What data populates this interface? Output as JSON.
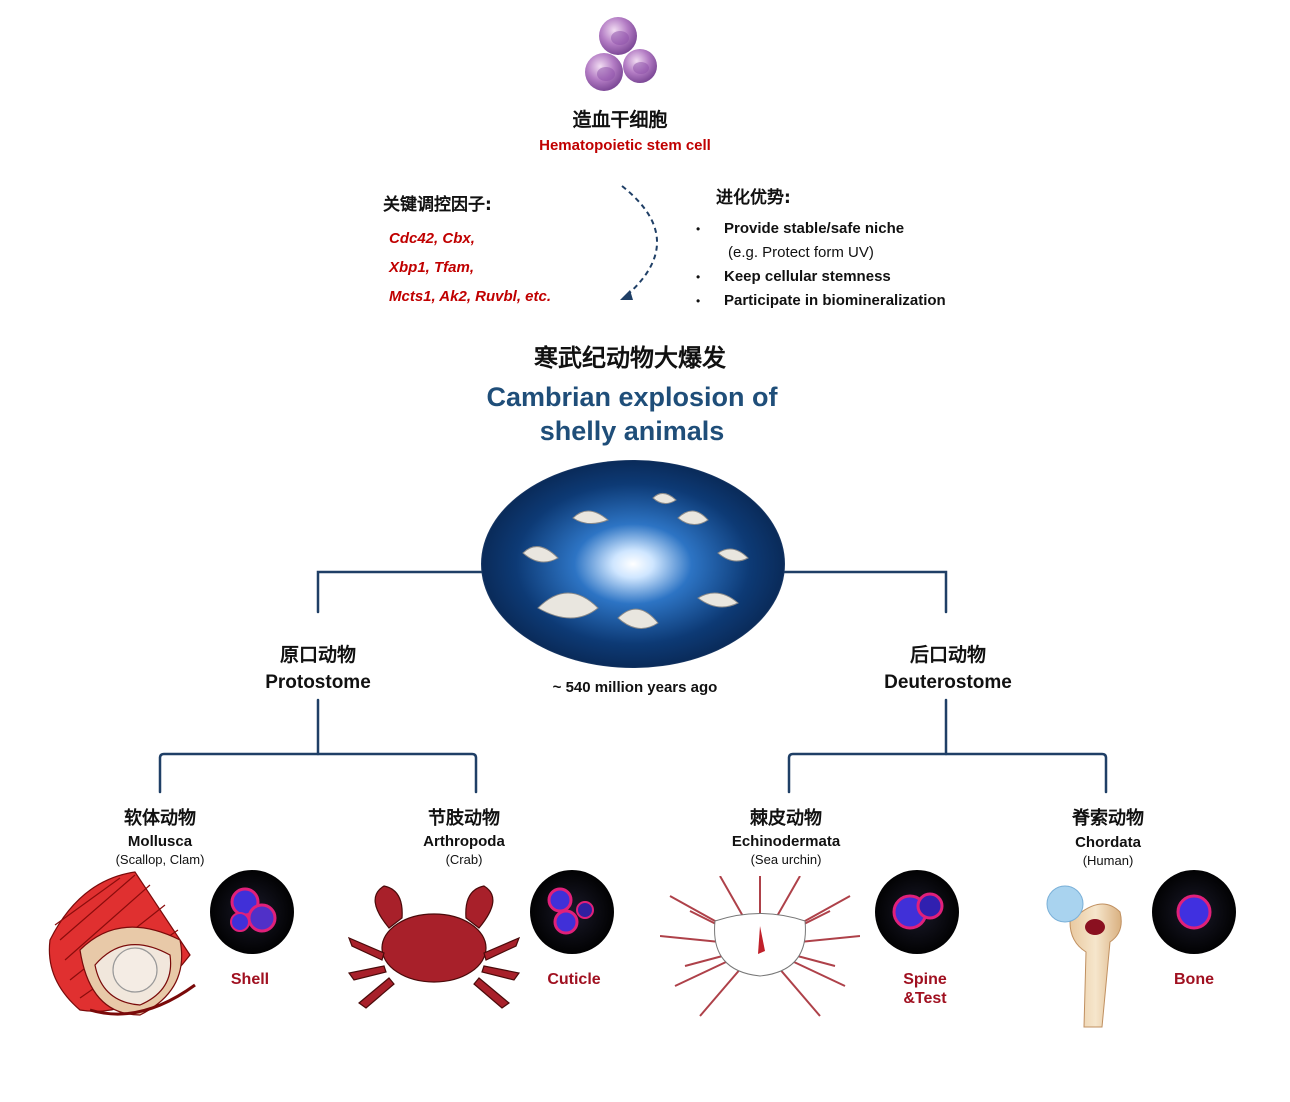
{
  "stem_cell": {
    "title_cn": "造血干细胞",
    "title_en": "Hematopoietic stem cell"
  },
  "regulators": {
    "heading": "关键调控因子:",
    "lines": [
      "Cdc42, Cbx,",
      "Xbp1, Tfam,",
      "Mcts1, Ak2, Ruvbl, etc."
    ]
  },
  "advantages": {
    "heading": "进化优势:",
    "items": [
      {
        "text": "Provide stable/safe niche",
        "sub": "(e.g. Protect form UV)"
      },
      {
        "text": "Keep cellular stemness"
      },
      {
        "text": "Participate in biomineralization"
      }
    ],
    "bullet": "•"
  },
  "cambrian": {
    "title_cn": "寒武纪动物大爆发",
    "title_en_line1": "Cambrian explosion of",
    "title_en_line2": "shelly animals",
    "time": "~ 540 million years ago"
  },
  "groups": {
    "protostome": {
      "cn": "原口动物",
      "en": "Protostome"
    },
    "deuterostome": {
      "cn": "后口动物",
      "en": "Deuterostome"
    }
  },
  "phyla": [
    {
      "cn": "软体动物",
      "en": "Mollusca",
      "example": "(Scallop, Clam)",
      "tissue": "Shell"
    },
    {
      "cn": "节肢动物",
      "en": "Arthropoda",
      "example": "(Crab)",
      "tissue": "Cuticle"
    },
    {
      "cn": "棘皮动物",
      "en": "Echinodermata",
      "example": "(Sea urchin)",
      "tissue_line1": "Spine",
      "tissue_line2": "&Test"
    },
    {
      "cn": "脊索动物",
      "en": "Chordata",
      "example": "(Human)",
      "tissue": "Bone"
    }
  ],
  "colors": {
    "tree_lines": "#1f3f66",
    "title_blue": "#1f4e79",
    "accent_red": "#c00000",
    "tissue_red": "#a01020"
  }
}
